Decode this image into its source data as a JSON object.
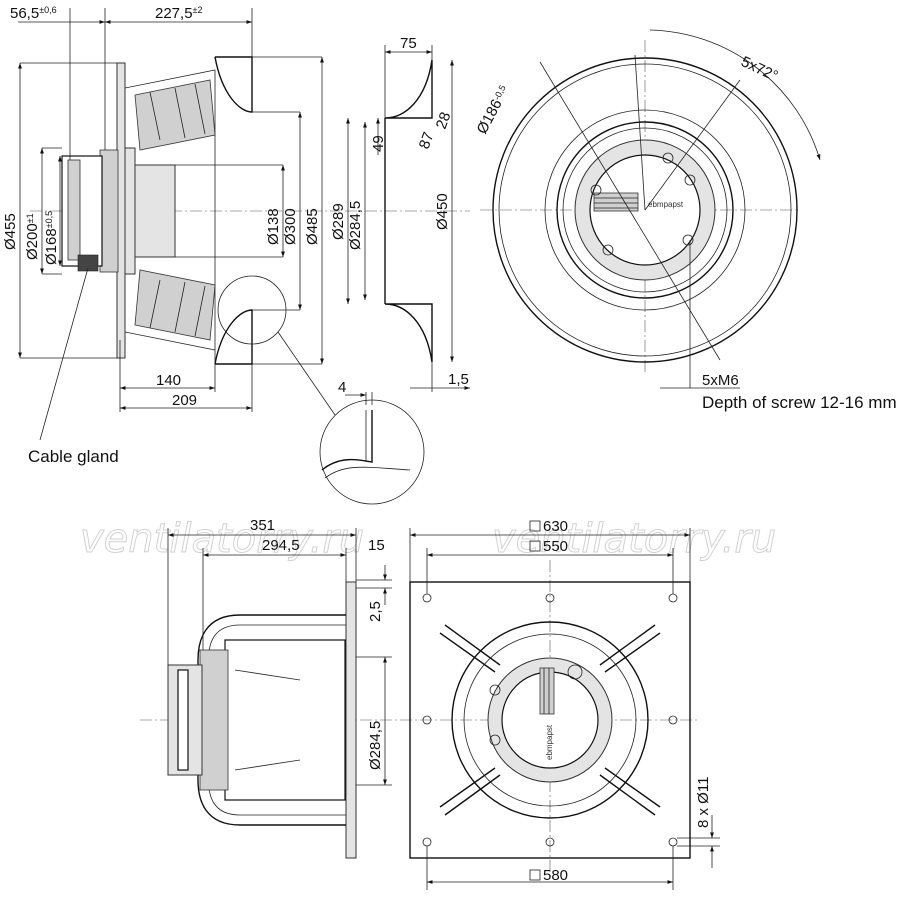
{
  "watermark": "ventilatorry.ru",
  "side_view": {
    "dim_top_left": "56,5",
    "dim_top_left_tol": "±0,6",
    "dim_top_right": "227,5",
    "dim_top_right_tol": "±2",
    "dia_455": "Ø455",
    "dia_200": "Ø200",
    "dia_200_tol": "±1",
    "dia_168": "Ø168",
    "dia_168_tol": "±0,5",
    "dia_138": "Ø138",
    "dia_300": "Ø300",
    "dia_485": "Ø485",
    "dim_140": "140",
    "dim_209": "209",
    "cable_gland": "Cable gland"
  },
  "section_view": {
    "dim_75": "75",
    "dim_28": "28",
    "dim_87": "87",
    "dim_49": "49",
    "dia_289": "Ø289",
    "dia_284_5": "Ø284,5",
    "dia_450": "Ø450",
    "dim_4": "4",
    "dim_1_5": "1,5"
  },
  "front_view": {
    "dia_186": "Ø186",
    "dia_186_tol": "-0,5",
    "angle": "5x72°",
    "screw": "5xM6",
    "screw_depth": "Depth of screw 12-16 mm",
    "brand": "ebmpapst"
  },
  "plate_side_view": {
    "dim_351": "351",
    "dim_294_5": "294,5",
    "dim_15": "15",
    "dim_2_5": "2,5",
    "dia_284_5": "Ø284,5"
  },
  "plate_front_view": {
    "sq_630": "630",
    "sq_550": "550",
    "sq_580": "580",
    "holes": "8 x Ø11",
    "brand": "ebmpapst"
  }
}
